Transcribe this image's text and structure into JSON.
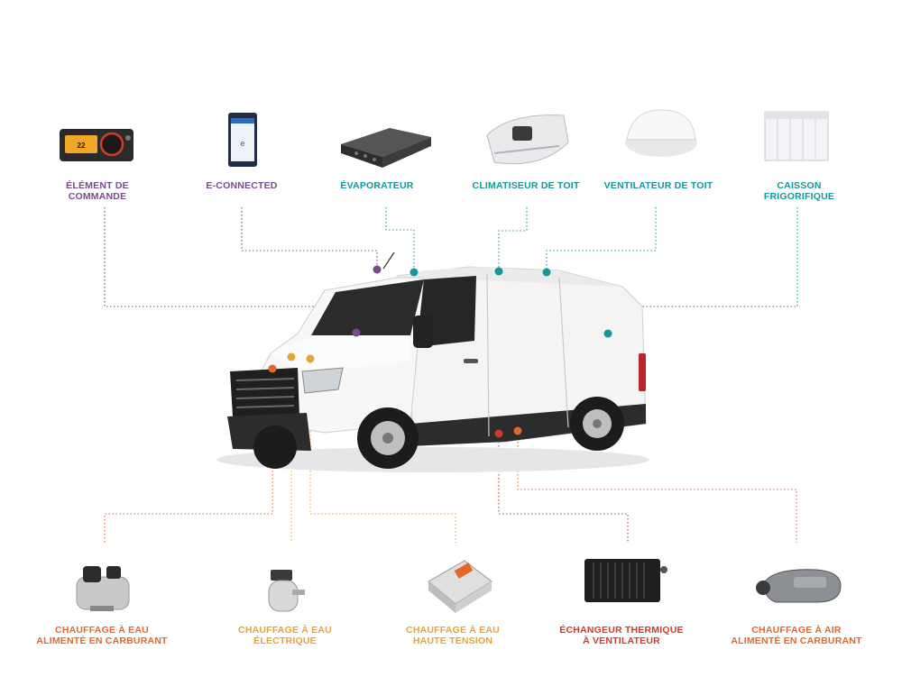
{
  "colors": {
    "purple": "#7a4a8c",
    "teal": "#14969a",
    "orange": "#e2682a",
    "amber": "#e6a33a",
    "red": "#cf3a2c",
    "van_body": "#f4f4f4",
    "van_trim": "#2c2c2c"
  },
  "top_components": [
    {
      "id": "control",
      "icon": "control-panel-icon",
      "line1": "ÉLÉMENT DE",
      "line2": "COMMANDE",
      "color": "purple"
    },
    {
      "id": "econnected",
      "icon": "smartphone-app-icon",
      "line1": "E-CONNECTED",
      "line2": "",
      "color": "purple"
    },
    {
      "id": "evaporateur",
      "icon": "evaporator-unit-icon",
      "line1": "ÉVAPORATEUR",
      "line2": "",
      "color": "teal"
    },
    {
      "id": "climatiseur",
      "icon": "roof-air-conditioner-icon",
      "line1": "CLIMATISEUR DE TOIT",
      "line2": "",
      "color": "teal"
    },
    {
      "id": "ventilateur",
      "icon": "roof-ventilator-icon",
      "line1": "VENTILATEUR DE TOIT",
      "line2": "",
      "color": "teal"
    },
    {
      "id": "caisson",
      "icon": "refrigerated-box-icon",
      "line1": "CAISSON",
      "line2": "FRIGORIFIQUE",
      "color": "teal"
    }
  ],
  "bottom_components": [
    {
      "id": "eau_carburant",
      "icon": "fuel-water-heater-icon",
      "line1": "CHAUFFAGE À EAU",
      "line2": "ALIMENTÉ EN CARBURANT",
      "color": "orange"
    },
    {
      "id": "eau_electrique",
      "icon": "electric-water-heater-icon",
      "line1": "CHAUFFAGE À EAU",
      "line2": "ÉLECTRIQUE",
      "color": "amber"
    },
    {
      "id": "eau_ht",
      "icon": "high-voltage-heater-icon",
      "line1": "CHAUFFAGE À EAU",
      "line2": "HAUTE TENSION",
      "color": "amber"
    },
    {
      "id": "echangeur",
      "icon": "heat-exchanger-icon",
      "line1": "ÉCHANGEUR THERMIQUE",
      "line2": "À VENTILATEUR",
      "color": "red"
    },
    {
      "id": "air_carburant",
      "icon": "fuel-air-heater-icon",
      "line1": "CHAUFFAGE À AIR",
      "line2": "ALIMENTÉ EN CARBURANT",
      "color": "orange"
    }
  ],
  "control_display": "22"
}
